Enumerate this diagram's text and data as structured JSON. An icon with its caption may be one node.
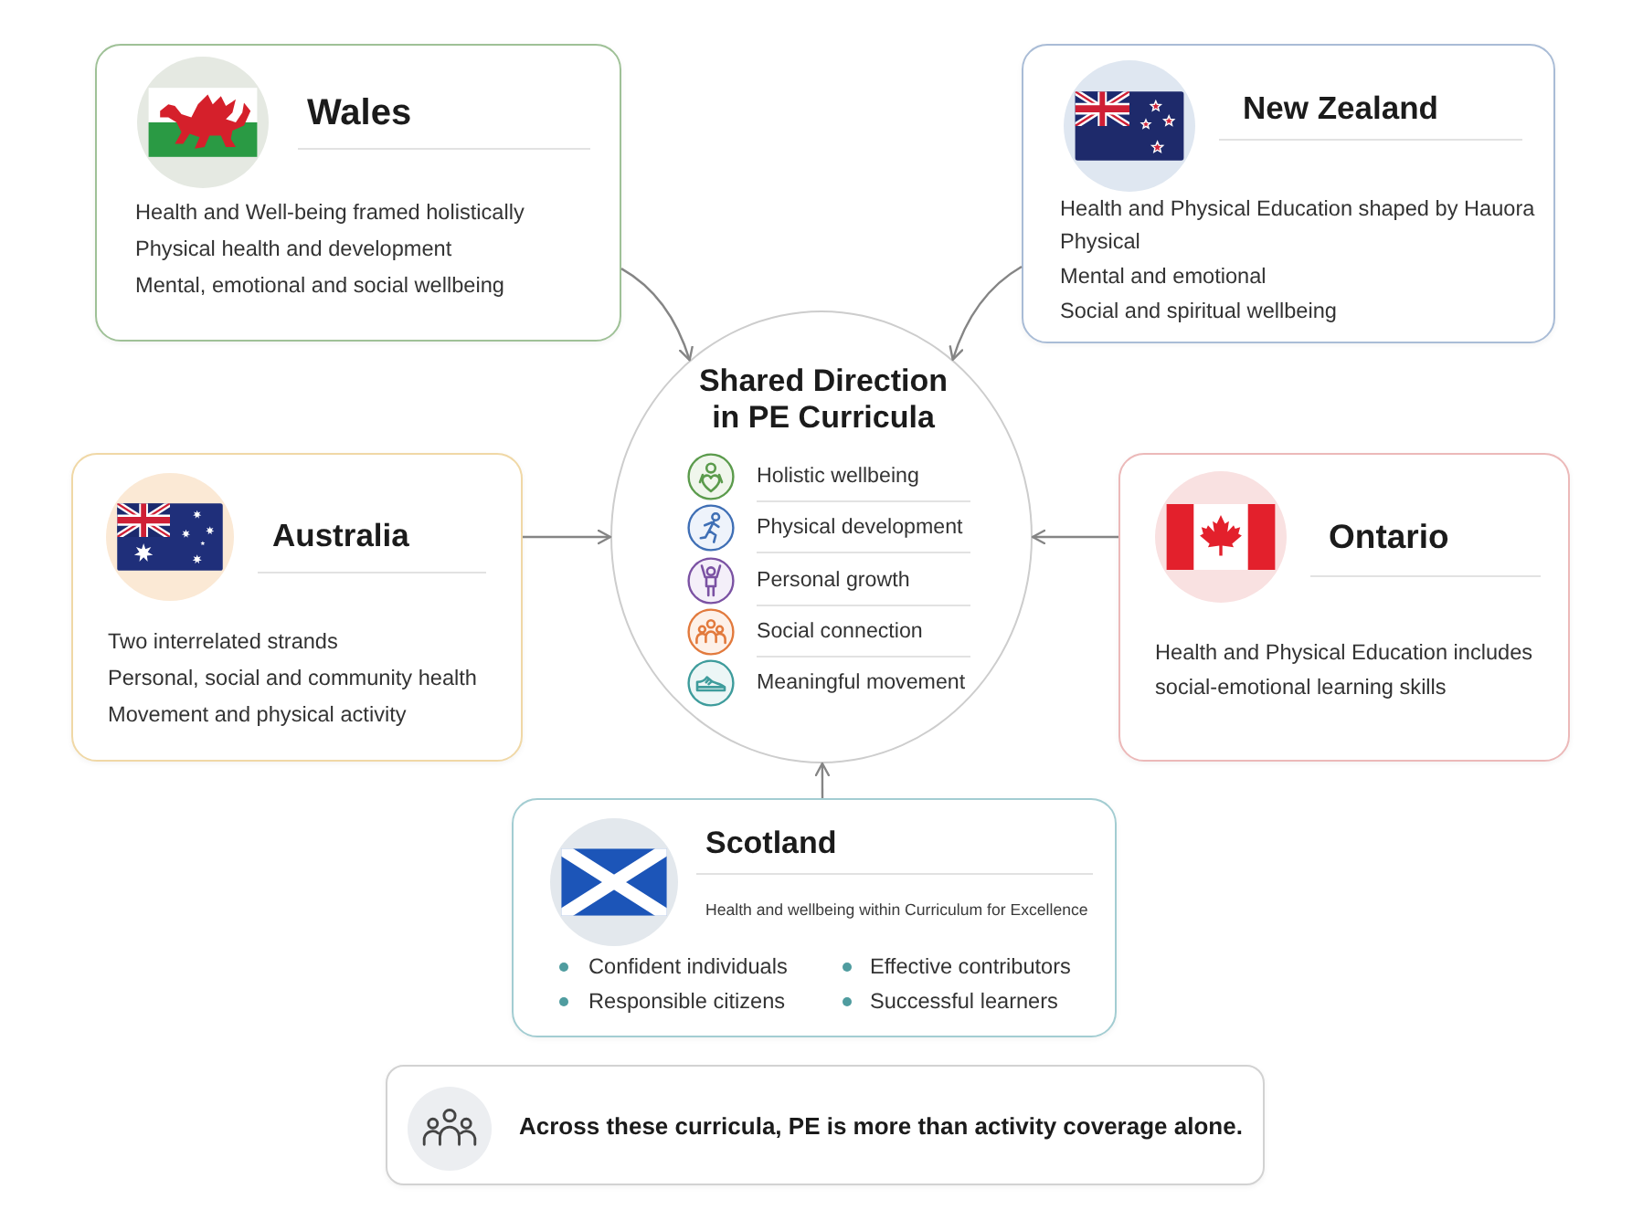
{
  "diagram": {
    "nodes": [
      {
        "text": [
          "Wales",
          "Health and Well-being framed holistically",
          "Physical health and development",
          "Mental, emotional and social wellbeing"
        ]
      },
      {
        "text": [
          "New Zealand",
          "Health and Physical Education shaped by Hauora",
          "Physical",
          "Mental and emotional",
          "Social and spiritual wellbeing"
        ]
      },
      {
        "text": [
          "Shared Direction in PE Curricula",
          "Holistic wellbeing",
          "Physical development",
          "Personal growth",
          "Social connection",
          "Meaningful movement"
        ]
      },
      {
        "text": [
          "Australia",
          "Two interrelated strands",
          "Personal, social and community health",
          "Movement and physical activity"
        ]
      },
      {
        "text": [
          "Ontario",
          "Health and Physical Education includes social-emotional learning skills"
        ]
      },
      {
        "text": [
          "Scotland",
          "Health and wellbeing within Curriculum for Excellence",
          "Confident individuals",
          "Effective contributors",
          "Responsible citizens",
          "Successful learners"
        ]
      },
      {
        "text": [
          "Across these curricula, PE is more than activity coverage alone."
        ]
      }
    ],
    "edges": [
      {
        "from": 0,
        "to": 2,
        "arrow": "to"
      },
      {
        "from": 1,
        "to": 2,
        "arrow": "to"
      },
      {
        "from": 3,
        "to": 2,
        "arrow": "to"
      },
      {
        "from": 4,
        "to": 2,
        "arrow": "to"
      },
      {
        "from": 5,
        "to": 2,
        "arrow": "to"
      }
    ]
  }
}
